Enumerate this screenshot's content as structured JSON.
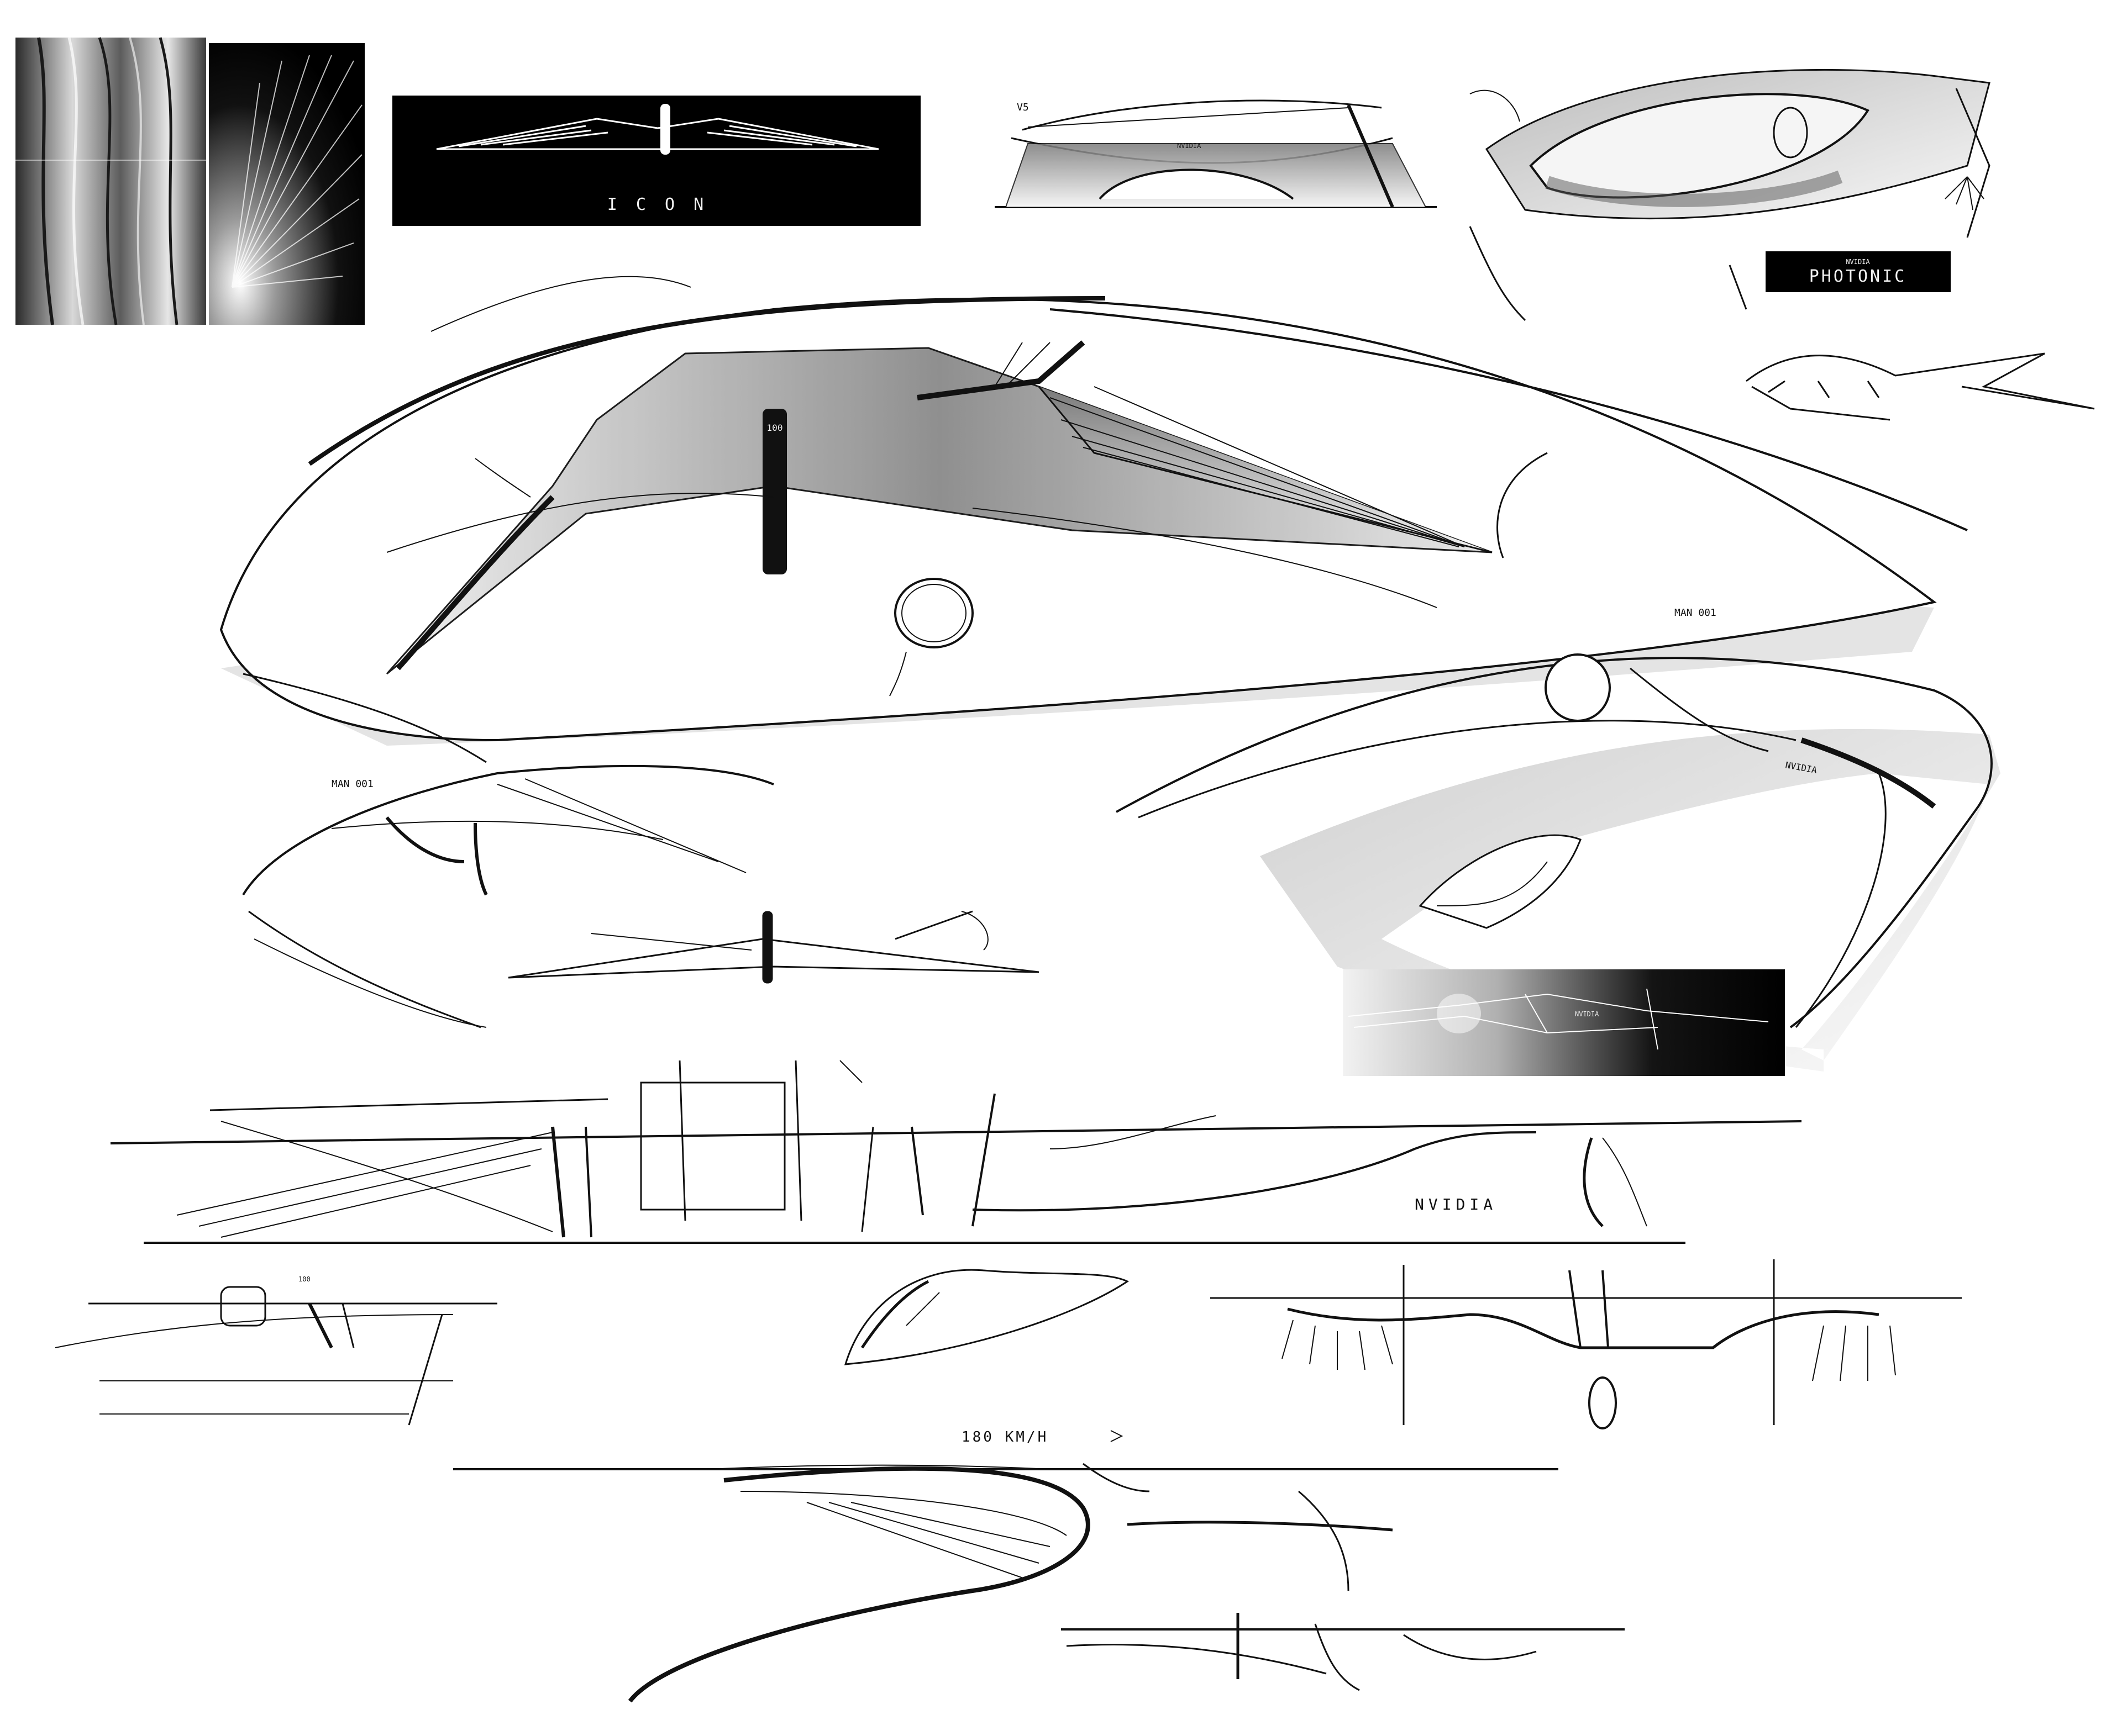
{
  "sheet": {
    "background": "#ffffff",
    "ink": "#111111"
  },
  "labels": {
    "icon_panel": "I C O N",
    "photonic_brand": "NVIDIA",
    "photonic_name": "PHOTONIC",
    "small_tag": "V5",
    "roof_brand": "NVIDIA",
    "dash_readout": "100",
    "main_note": "MAN 001",
    "left_note": "MAN 001",
    "wing_brand": "NVIDIA",
    "strip_brand": "NVIDIA",
    "long_dash_brand": "NVIDIA",
    "speed_note": "180 KM/H",
    "mini_dash_note": "100"
  }
}
